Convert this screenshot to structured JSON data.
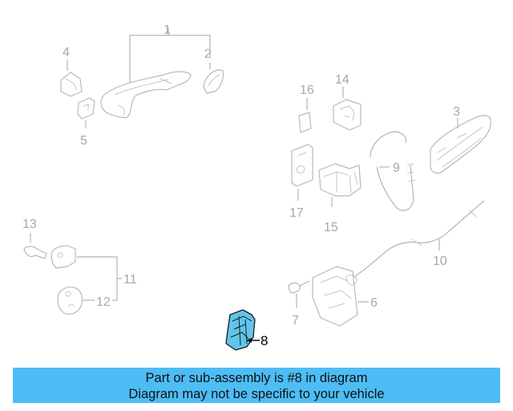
{
  "callouts": {
    "c1": "1",
    "c2": "2",
    "c3": "3",
    "c4": "4",
    "c5": "5",
    "c6": "6",
    "c7": "7",
    "c8": "8",
    "c9": "9",
    "c10": "10",
    "c11": "11",
    "c12": "12",
    "c13": "13",
    "c14": "14",
    "c15": "15",
    "c16": "16",
    "c17": "17"
  },
  "highlighted_part": "8",
  "colors": {
    "highlight_fill": "#5fc6ea",
    "banner_bg": "#4dbdf5",
    "callout_gray": "#a8a8a8"
  },
  "banner": {
    "line1": "Part or sub-assembly is #8 in diagram",
    "line2": "Diagram may not be specific to your vehicle"
  }
}
